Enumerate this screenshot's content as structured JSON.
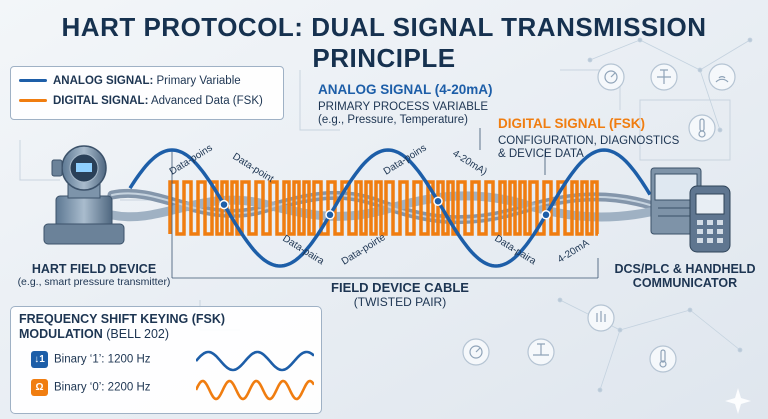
{
  "title": "HART PROTOCOL: DUAL SIGNAL TRANSMISSION PRINCIPLE",
  "legend": {
    "analog_bold": "ANALOG SIGNAL:",
    "analog_rest": " Primary Variable",
    "digital_bold": "DIGITAL SIGNAL:",
    "digital_rest": " Advanced Data (FSK)"
  },
  "analog_callout": {
    "title": "ANALOG SIGNAL (4-20mA)",
    "line1": "PRIMARY PROCESS VARIABLE",
    "line2": "(e.g., Pressure, Temperature)"
  },
  "digital_callout": {
    "title": "DIGITAL SIGNAL (FSK)",
    "line1": "CONFIGURATION, DIAGNOSTICS",
    "line2": "& DEVICE DATA"
  },
  "wave_labels": [
    "Data-poins",
    "Data-point",
    "Data-paira",
    "Data-poirte",
    "Data-poins",
    "4-20mA)",
    "Data-paira",
    "4-20mA"
  ],
  "field_device": {
    "title": "HART FIELD DEVICE",
    "subtitle": "(e.g., smart pressure transmitter)"
  },
  "cable": {
    "title": "FIELD DEVICE CABLE",
    "subtitle": "(TWISTED PAIR)"
  },
  "host": {
    "line1": "DCS/PLC & HANDHELD",
    "line2": "COMMUNICATOR"
  },
  "fsk": {
    "title_line1": "FREQUENCY SHIFT KEYING (FSK)",
    "title_line2_bold": "MODULATION",
    "title_line2_rest": " (BELL 202)",
    "binary1_label": "Binary ‘1’: 1200 Hz",
    "binary0_label": "Binary ‘0’: 2200 Hz",
    "binary1_icon": "↓1",
    "binary0_icon": "Ω"
  },
  "colors": {
    "analog": "#1d5ea8",
    "digital": "#f07d10",
    "text": "#1d3552",
    "cable": "#8496ab"
  }
}
